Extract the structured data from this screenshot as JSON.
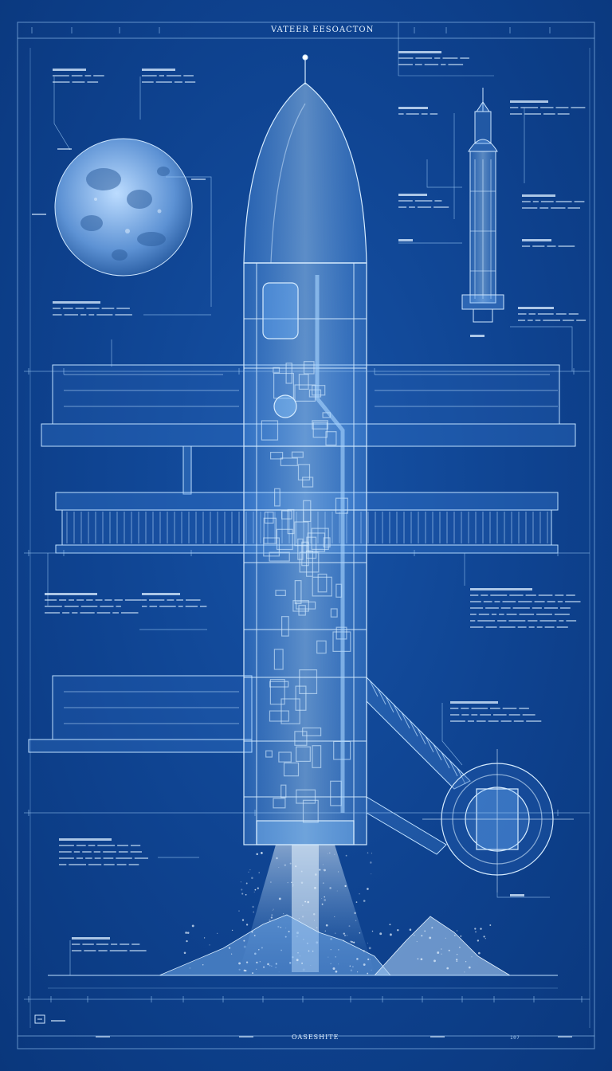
{
  "header": {
    "title": "VATEER EESOACTON"
  },
  "footer": {
    "title": "OASESHITE",
    "page_number": "107"
  }
}
